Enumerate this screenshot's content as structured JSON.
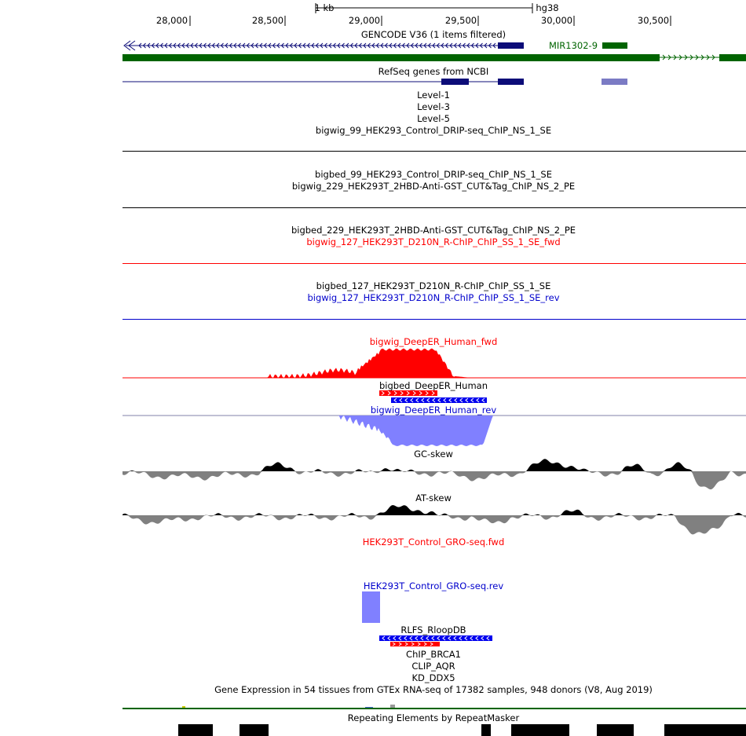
{
  "ruler": {
    "scale_label": "1 kb",
    "assembly": "hg38",
    "ticks": [
      "28,000",
      "28,500",
      "29,000",
      "29,500",
      "30,000",
      "30,500"
    ]
  },
  "tracks": {
    "gencode": {
      "title": "GENCODE V36 (1 items filtered)",
      "gene_label": "MIR1302-9"
    },
    "refseq": {
      "title": "RefSeq genes from NCBI"
    },
    "levels": [
      "Level-1",
      "Level-3",
      "Level-5"
    ],
    "drip_bigwig": "bigwig_99_HEK293_Control_DRIP-seq_ChIP_NS_1_SE",
    "drip_bigbed": "bigbed_99_HEK293_Control_DRIP-seq_ChIP_NS_1_SE",
    "cut_bigwig": "bigwig_229_HEK293T_2HBD-Anti-GST_CUT&Tag_ChIP_NS_2_PE",
    "cut_bigbed": "bigbed_229_HEK293T_2HBD-Anti-GST_CUT&Tag_ChIP_NS_2_PE",
    "rchip_fwd": "bigwig_127_HEK293T_D210N_R-ChIP_ChIP_SS_1_SE_fwd",
    "rchip_bigbed": "bigbed_127_HEK293T_D210N_R-ChIP_ChIP_SS_1_SE",
    "rchip_rev": "bigwig_127_HEK293T_D210N_R-ChIP_ChIP_SS_1_SE_rev",
    "deeper_fwd": "bigwig_DeepER_Human_fwd",
    "deeper_bed": "bigbed_DeepER_Human",
    "deeper_rev": "bigwig_DeepER_Human_rev",
    "gc_skew": "GC-skew",
    "at_skew": "AT-skew",
    "gro_fwd": "HEK293T_Control_GRO-seq.fwd",
    "gro_rev": "HEK293T_Control_GRO-seq.rev",
    "rlfs": "RLFS_RloopDB",
    "chip_brca1": "ChIP_BRCA1",
    "clip_aqr": "CLIP_AQR",
    "kd_ddx5": "KD_DDX5",
    "gtex": "Gene Expression in 54 tissues from GTEx RNA-seq of 17382 samples, 948 donors (V8, Aug 2019)",
    "repeatmasker": "Repeating Elements by RepeatMasker"
  },
  "colors": {
    "gencode_green": "#006400",
    "refseq_navy": "#0c0c78",
    "refseq_light": "#7b7bc4",
    "fwd_red": "#ff0000",
    "rev_blue": "#0000cc",
    "rev_fill": "#8080ff",
    "skew_black": "#000000",
    "skew_gray": "#808080"
  }
}
